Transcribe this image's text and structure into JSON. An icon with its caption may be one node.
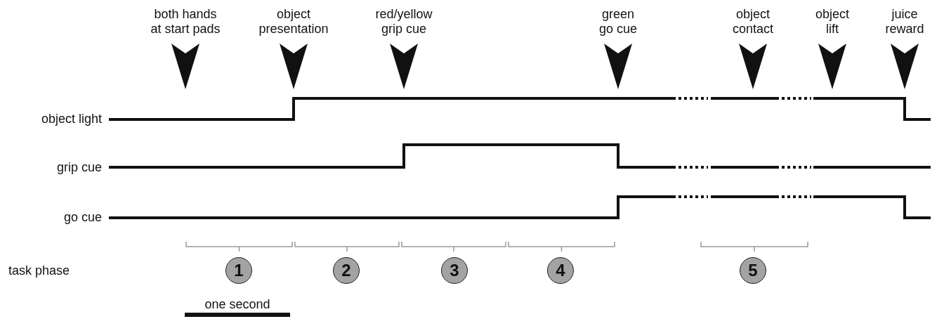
{
  "diagram": {
    "nodes": [
      {
        "text": [
          "1"
        ]
      },
      {
        "text": [
          "2"
        ]
      },
      {
        "text": [
          "3"
        ]
      },
      {
        "text": [
          "4"
        ]
      },
      {
        "text": [
          "5"
        ]
      }
    ],
    "labels": [
      "both hands at start pads",
      "object presentation",
      "red/yellow grip cue",
      "green go cue",
      "object contact",
      "object lift",
      "juice reward",
      "object light",
      "grip cue",
      "go cue",
      "task phase",
      "one second"
    ]
  }
}
